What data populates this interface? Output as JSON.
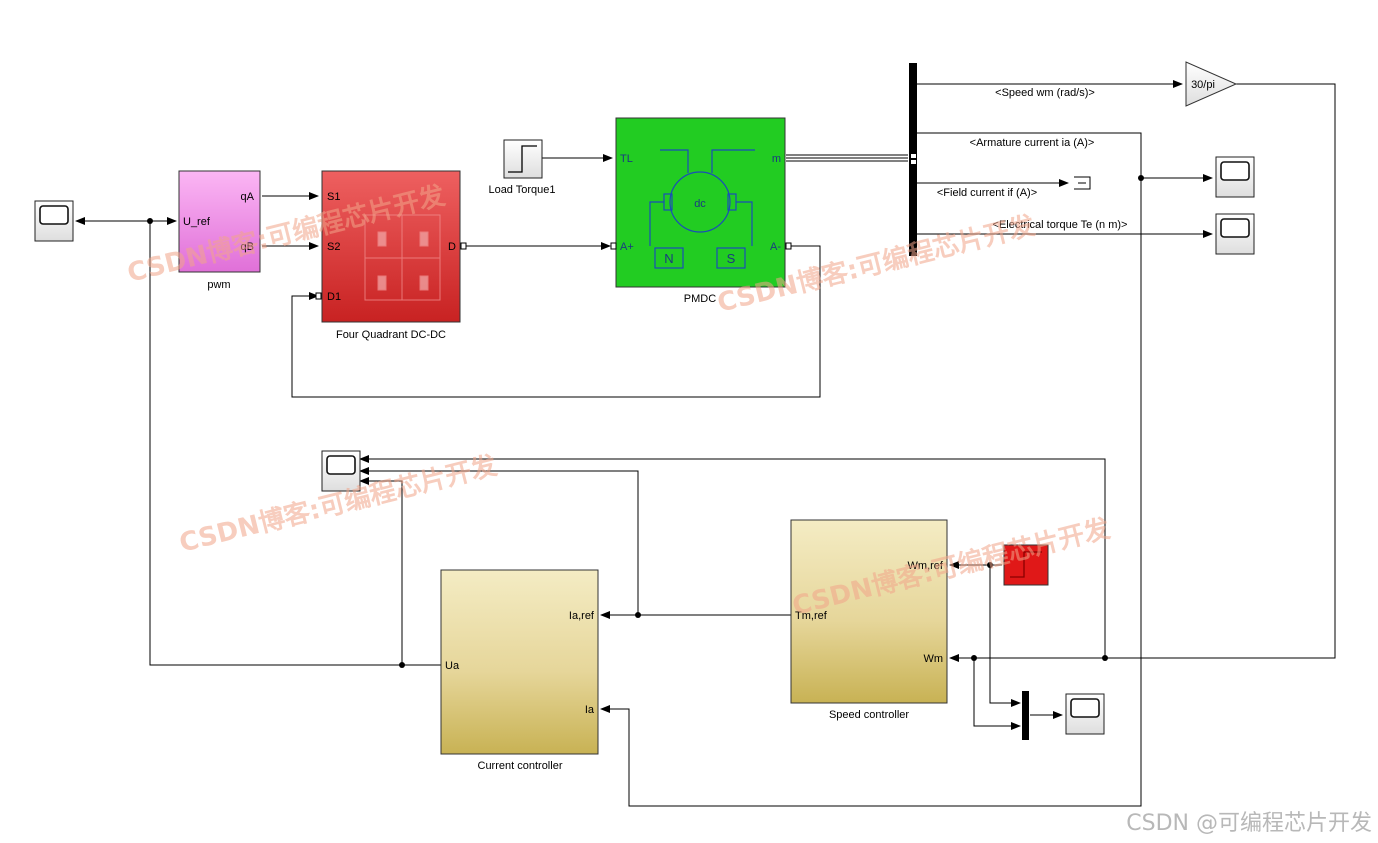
{
  "blocks": {
    "pwm": {
      "label": "pwm",
      "in_port": "U_ref",
      "out_ports": [
        "qA",
        "qB"
      ]
    },
    "converter": {
      "label": "Four Quadrant DC-DC",
      "in_ports": [
        "S1",
        "S2",
        "D1"
      ],
      "out_port": "D"
    },
    "load_torque": {
      "label": "Load Torque1"
    },
    "pmdc": {
      "label": "PMDC",
      "ports": [
        "TL",
        "A+",
        "A-",
        "m"
      ],
      "motor_text": "dc",
      "magnet_left": "N",
      "magnet_right": "S"
    },
    "gain": {
      "label": "30/pi"
    },
    "speed_controller": {
      "label": "Speed controller",
      "in_ports": [
        "Wm,ref",
        "Wm"
      ],
      "out_port": "Tm,ref"
    },
    "current_controller": {
      "label": "Current controller",
      "in_ports": [
        "Ia,ref",
        "Ia"
      ],
      "out_port": "Ua"
    }
  },
  "signals": [
    "<Speed wm (rad/s)>",
    "<Armature current ia (A)>",
    "<Field current if (A)>",
    "<Electrical torque Te (n m)>"
  ],
  "watermark": "CSDN博客:可编程芯片开发",
  "footer": "CSDN @可编程芯片开发",
  "colors": {
    "pwm": "#f1a0e8",
    "converter": "#e54848",
    "pmdc": "#22cc22",
    "controller": "#e8dba2",
    "step_ref": "#e01818"
  }
}
